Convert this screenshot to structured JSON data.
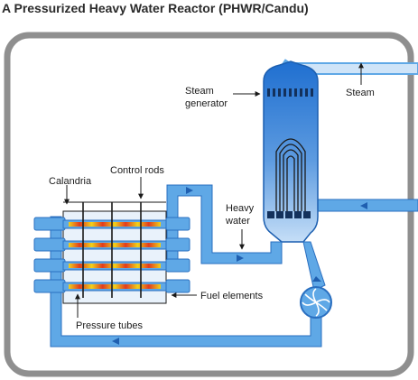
{
  "title": "A Pressurized Heavy Water Reactor (PHWR/Candu)",
  "labels": {
    "steam_generator_1": "Steam",
    "steam_generator_2": "generator",
    "steam": "Steam",
    "heavy_water_1": "Heavy",
    "heavy_water_2": "water",
    "calandria": "Calandria",
    "control_rods": "Control rods",
    "fuel_elements": "Fuel elements",
    "pressure_tubes": "Pressure tubes"
  },
  "colors": {
    "containment": "#8f8f8f",
    "pipe": "#5fa8e6",
    "pipe_dark": "#2a6fc0",
    "flow_arrow": "#1f5fb0",
    "generator_top": "#1f6fd0",
    "generator_bottom": "#c5def7",
    "fuel_hot": "#e23b1e",
    "fuel_warm": "#f0d21a"
  }
}
